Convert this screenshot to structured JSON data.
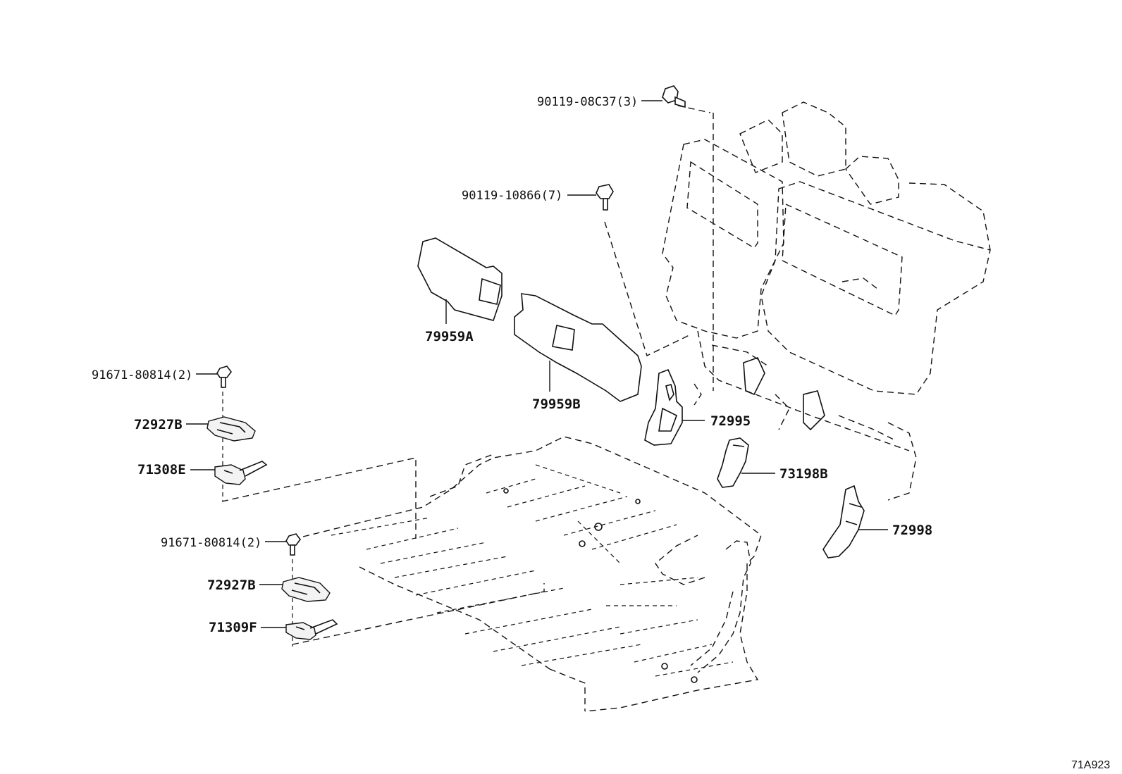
{
  "diagram": {
    "reference_code": "71A923",
    "parts": {
      "bolt_08c37": "90119-08C37(3)",
      "bolt_10866": "90119-10866(7)",
      "pad_79959a": "79959A",
      "pad_79959b": "79959B",
      "cover_72995": "72995",
      "cover_73198b": "73198B",
      "cover_72998": "72998",
      "bolt_upper": "91671-80814(2)",
      "bracket_upper": "72927B",
      "hook_71308e": "71308E",
      "bolt_lower": "91671-80814(2)",
      "bracket_lower": "72927B",
      "hook_71309f": "71309F"
    }
  }
}
